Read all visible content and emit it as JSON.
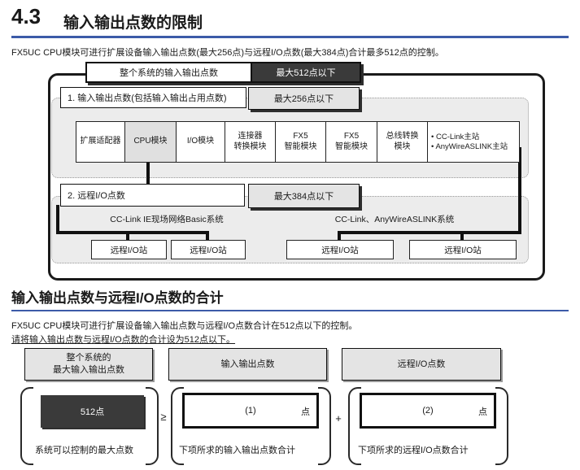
{
  "page": {
    "section_number": "4.3",
    "section_title": "输入输出点数的限制",
    "intro": "FX5UC CPU模块可进行扩展设备输入输出点数(最大256点)与远程I/O点数(最大384点)合计最多512点的控制。",
    "accent_color": "#3c5ba8"
  },
  "diagram1": {
    "system_io_label": "整个系统的输入输出点数",
    "system_io_limit": "最大512点以下",
    "row1_label": "1.  输入输出点数(包括输入输出占用点数)",
    "row1_limit": "最大256点以下",
    "modules": [
      "扩展适配器",
      "CPU模块",
      "I/O模块",
      "连接器\n转换模块",
      "FX5\n智能模块",
      "FX5\n智能模块",
      "总线转换\n模块"
    ],
    "master_lines": [
      "• CC-Link主站",
      "• AnyWireASLINK主站"
    ],
    "row2_label": "2.  远程I/O点数",
    "row2_limit": "最大384点以下",
    "network_left": "CC-Link IE现场网络Basic系统",
    "network_right": "CC-Link、AnyWireASLINK系统",
    "remote_station": "远程I/O站"
  },
  "section2": {
    "title": "输入输出点数与远程I/O点数的合计",
    "para1": "FX5UC CPU模块可进行扩展设备输入输出点数与远程I/O点数合计在512点以下的控制。",
    "para2": "请将输入输出点数与远程I/O点数的合计设为512点以下。"
  },
  "diagram2": {
    "col1": {
      "header": "整个系统的\n最大输入输出点数",
      "value": "512点",
      "caption": "系统可以控制的最大点数"
    },
    "op1": "≥",
    "col2": {
      "header": "输入输出点数",
      "value": "(1)",
      "unit": "点",
      "caption": "下项所求的输入输出点数合计"
    },
    "op2": "+",
    "col3": {
      "header": "远程I/O点数",
      "value": "(2)",
      "unit": "点",
      "caption": "下项所求的远程I/O点数合计"
    }
  }
}
